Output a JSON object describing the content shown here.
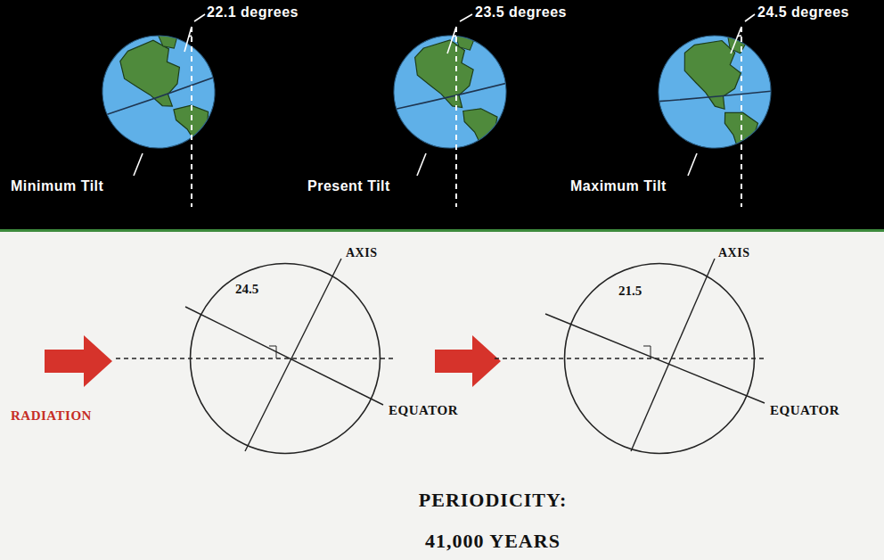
{
  "diagram": {
    "nodes": [
      {
        "text": [
          "24.5"
        ]
      },
      {
        "text": [
          "21.5"
        ]
      }
    ],
    "labels": [
      "22.1 degrees",
      "23.5 degrees",
      "24.5 degrees",
      "Minimum Tilt",
      "Present Tilt",
      "Maximum Tilt",
      "AXIS",
      "EQUATOR",
      "RADIATION",
      "AXIS",
      "EQUATOR",
      "PERIODICITY:",
      "41,000 YEARS"
    ]
  }
}
